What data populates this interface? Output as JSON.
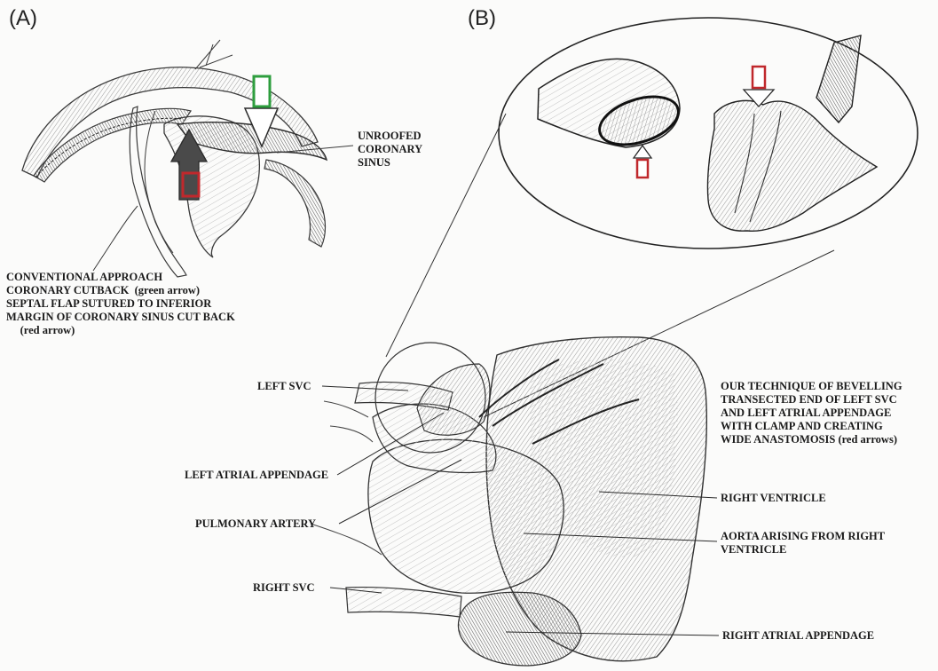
{
  "panels": {
    "a": "(A)",
    "b": "(B)"
  },
  "labels": {
    "unroofed_cs": "UNROOFED\nCORONARY\nSINUS",
    "conventional": "CONVENTIONAL APPROACH\nCORONARY CUTBACK  (green arrow)\nSEPTAL FLAP SUTURED TO INFERIOR\nMARGIN OF CORONARY SINUS CUT BACK\n     (red arrow)",
    "left_svc": "LEFT SVC",
    "left_atrial_appendage": "LEFT ATRIAL APPENDAGE",
    "pulmonary_artery": "PULMONARY ARTERY",
    "right_svc": "RIGHT SVC",
    "technique": "OUR TECHNIQUE OF BEVELLING\nTRANSECTED END OF LEFT SVC\nAND LEFT ATRIAL APPENDAGE\nWITH CLAMP AND CREATING\nWIDE ANASTOMOSIS (red arrows)",
    "right_ventricle": "RIGHT VENTRICLE",
    "aorta": "AORTA ARISING FROM RIGHT\nVENTRICLE",
    "right_atrial_appendage": "RIGHT ATRIAL APPENDAGE"
  },
  "colors": {
    "green_arrow": "#2e9e3e",
    "red_arrow": "#c0282c",
    "pencil": "#3a3a3a",
    "shade": "#8c8c8c"
  }
}
